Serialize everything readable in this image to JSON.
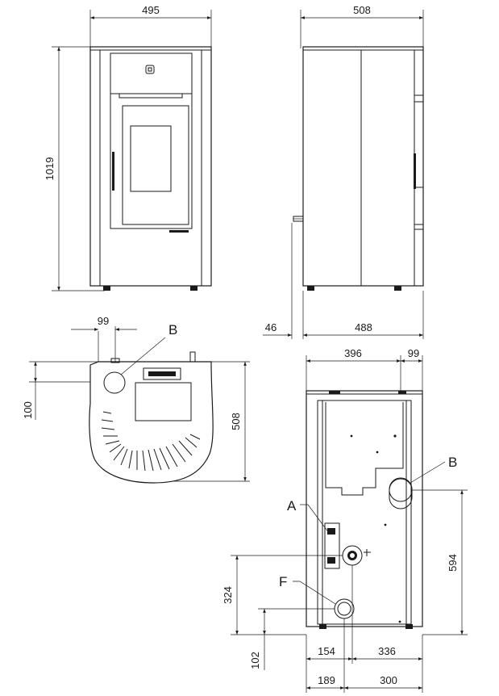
{
  "front_view": {
    "width_label": "495",
    "height_label": "1019"
  },
  "side_view": {
    "depth_label": "508",
    "base_depth_label": "488",
    "offset_label": "46"
  },
  "top_view": {
    "flue_offset_label": "99",
    "flue_front_label": "100",
    "depth_label": "508",
    "flue_callout": "B"
  },
  "rear_view": {
    "left_to_flue_label": "396",
    "flue_right_label": "99",
    "flue_height_label": "594",
    "air_inlet_height_label": "324",
    "outlet_height_label": "102",
    "left_bottom_label": "154",
    "right_bottom_label": "336",
    "left_bottom2_label": "189",
    "right_bottom2_label": "300",
    "callouts": {
      "flue": "B",
      "air_inlet": "A",
      "fan_outlet": "F"
    }
  }
}
